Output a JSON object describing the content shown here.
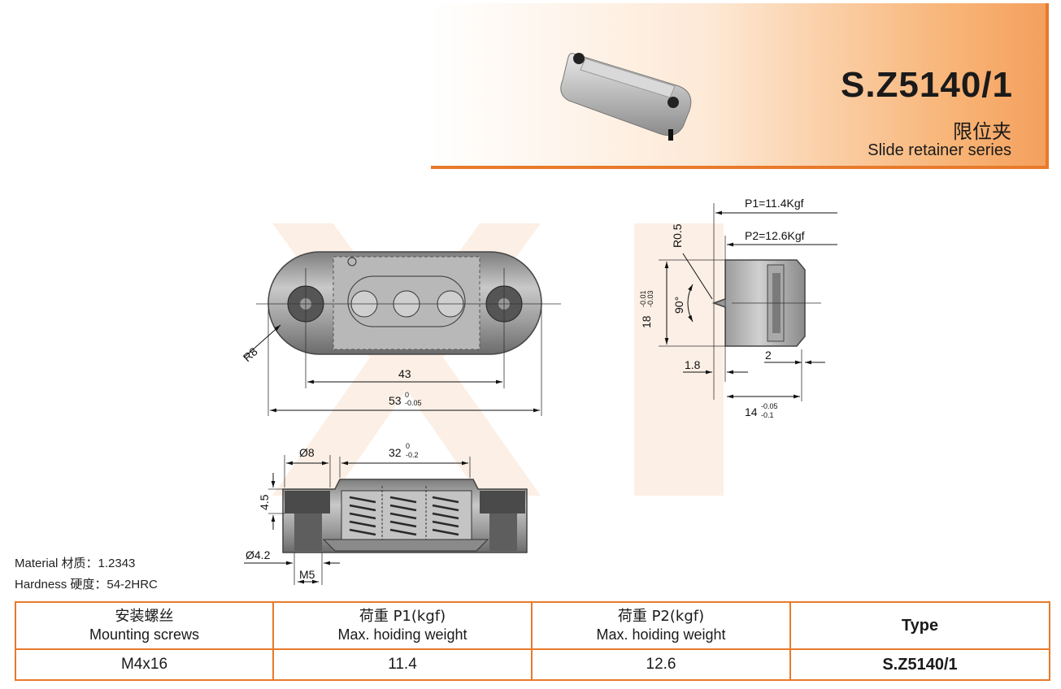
{
  "header": {
    "model": "S.Z5140/1",
    "name_cn": "限位夹",
    "name_en": "Slide retainer series"
  },
  "dims": {
    "p1": "P1=11.4Kgf",
    "p2": "P2=12.6Kgf",
    "r05": "R0.5",
    "h18": "18",
    "h18_tol_top": "-0.01",
    "h18_tol_bot": "-0.03",
    "angle": "90°",
    "d18": "1.8",
    "d2": "2",
    "w14": "14",
    "w14_tol_top": "-0.05",
    "w14_tol_bot": "-0.1",
    "r8": "R8",
    "l43": "43",
    "l53": "53",
    "l53_tol_top": "0",
    "l53_tol_bot": "-0.05",
    "d8": "Ø8",
    "l32": "32",
    "l32_tol_top": "0",
    "l32_tol_bot": "-0.2",
    "h45": "4.5",
    "d42": "Ø4.2",
    "m5": "M5"
  },
  "material": {
    "line1": "Material  材质：1.2343",
    "line2": "Hardness 硬度：54-2HRC"
  },
  "table": {
    "headers": [
      {
        "cn": "安装螺丝",
        "en": "Mounting screws"
      },
      {
        "cn": "荷重  P1(kgf)",
        "en": "Max. hoiding weight"
      },
      {
        "cn": "荷重  P2(kgf)",
        "en": "Max. hoiding weight"
      },
      {
        "cn": "Type",
        "en": ""
      }
    ],
    "row": [
      "M4x16",
      "11.4",
      "12.6",
      "S.Z5140/1"
    ]
  },
  "colors": {
    "accent": "#e87a2a",
    "steel": "#9a9a9a"
  }
}
